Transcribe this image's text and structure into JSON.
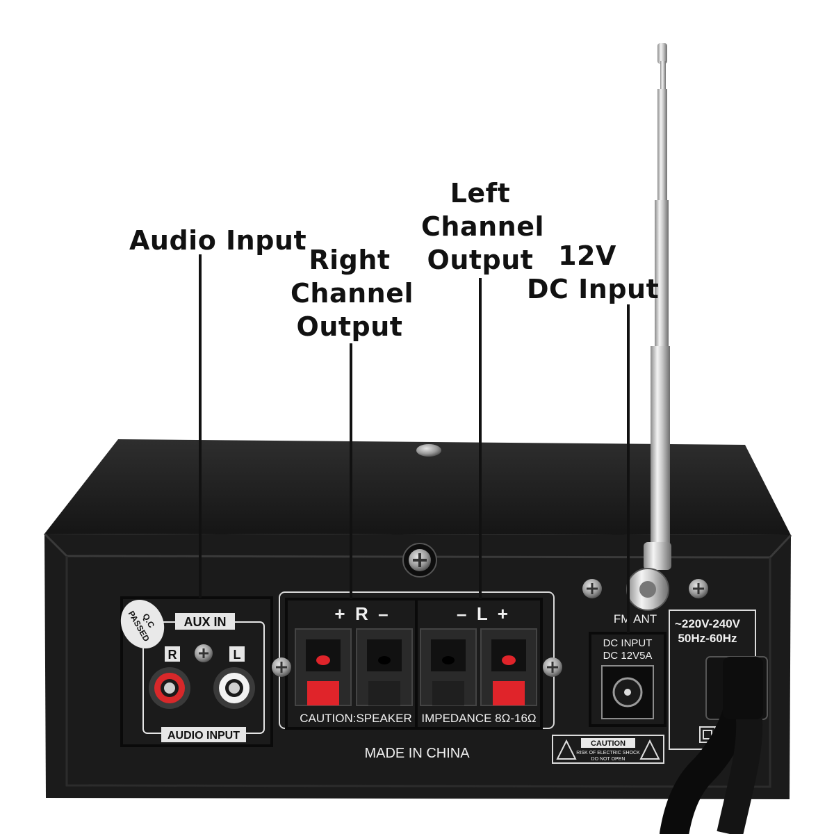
{
  "callouts": {
    "audio_input": [
      "Audio Input"
    ],
    "right_channel": [
      "Right",
      "Channel",
      "Output"
    ],
    "left_channel": [
      "Left",
      "Channel",
      "Output"
    ],
    "dc_input": [
      "12V",
      "DC Input"
    ]
  },
  "panel": {
    "qc_sticker": [
      "Q.C",
      "PASSED"
    ],
    "aux_in": "AUX IN",
    "aux_r": "R",
    "aux_l": "L",
    "audio_input": "AUDIO INPUT",
    "speaker_right": "+  R  –",
    "speaker_left": "–  L  +",
    "caution_speaker": "CAUTION:SPEAKER",
    "impedance": "IMPEDANCE 8Ω-16Ω",
    "made_in": "MADE IN CHINA",
    "fm_ant": "FM ANT",
    "dc_input": "DC INPUT",
    "dc_rating": "DC 12V5A",
    "ac_voltage": "~220V-240V",
    "ac_freq": "50Hz-60Hz",
    "caution": "CAUTION",
    "caution_line1": "RISK OF ELECTRIC SHOCK",
    "caution_line2": "DO NOT OPEN"
  },
  "colors": {
    "chassis": "#1a1a1a",
    "panel_text": "#f0f0f0",
    "terminal_red": "#e0242a",
    "rca_red": "#d8282a",
    "rca_white": "#f2f2f2"
  }
}
